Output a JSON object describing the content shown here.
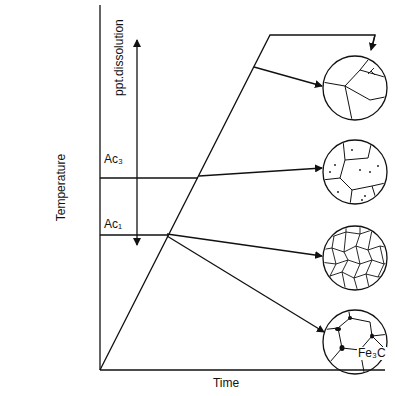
{
  "diagram": {
    "labels": [
      "Temperature",
      "Time",
      "Ac₃",
      "Ac₁",
      "ppt.dissolution",
      "Fe₃C"
    ]
  }
}
